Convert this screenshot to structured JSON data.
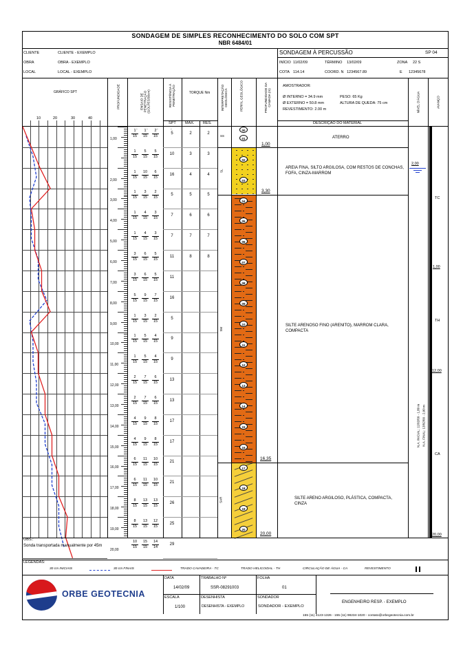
{
  "header": {
    "title": "SONDAGEM DE SIMPLES RECONHECIMENTO DO SOLO COM SPT",
    "norm": "NBR 6484/01"
  },
  "info": {
    "cliente_label": "CLIENTE",
    "cliente": "CLIENTE - EXEMPLO",
    "obra_label": "OBRA",
    "obra": "OBRA - EXEMPLO",
    "local_label": "LOCAL",
    "local": "LOCAL - EXEMPLO",
    "sondagem": "SONDAGEM À PERCUSSÃO",
    "sp": "SP 04",
    "inicio_label": "INÍCIO",
    "inicio": "11/02/09",
    "termino_label": "TÉRMINO",
    "termino": "13/02/09",
    "zona_label": "ZONA",
    "zona": "22 S",
    "cota_label": "COTA",
    "cota": "114.14",
    "coordn_label": "COORD. N",
    "coordn": "1234567.89",
    "e_label": "E",
    "e": "12345678"
  },
  "columns": {
    "grafico": "GRÁFICO SPT",
    "profundidade": "PROFUNDIDADE",
    "golpes": "ENSAIO DE PENETRAÇÃO (GOLPES/30cm)",
    "resistencia": "RESISTÊNCIA À PENETRAÇÃO",
    "spt": "SPT",
    "torque": "TORQUE Nm",
    "max": "MÁX.",
    "res": "RES.",
    "interpretacao": "INTERPRETAÇÃO GEOLÓGICA",
    "perfil": "PERFIL GEOLÓGICO",
    "prof_camada": "PROFUNDIDADE DA CAMADA (m)",
    "nivel": "NÍVEL D'ÁGUA",
    "avanco": "AVANÇO",
    "amostrador": "AMOSTRADOR:",
    "diam_int": "Ø INTERNO = 34.9 mm",
    "peso": "PESO: 65 Kg",
    "diam_ext": "Ø EXTERNO = 50.8 mm",
    "altura": "ALTURA DE QUEDA: 75 cm",
    "revestimento": "REVESTIMENTO: 2.00 m",
    "descricao": "DESCRIÇÃO DO MATERIAL",
    "axis": [
      "10",
      "20",
      "30",
      "40"
    ]
  },
  "rows": [
    {
      "depth": "1,00",
      "g": [
        "1",
        "1",
        "2"
      ],
      "d": [
        "15",
        "15",
        "15"
      ],
      "spt": "5",
      "max": "2",
      "res": "2",
      "sample": "01"
    },
    {
      "depth": "",
      "g": [
        "1",
        "5",
        "5"
      ],
      "d": [
        "15",
        "15",
        "15"
      ],
      "spt": "10",
      "max": "3",
      "res": "3",
      "sample": "02"
    },
    {
      "depth": "2,00",
      "g": [
        "1",
        "10",
        "6"
      ],
      "d": [
        "15",
        "15",
        "15"
      ],
      "spt": "16",
      "max": "4",
      "res": "4",
      "sample": "03"
    },
    {
      "depth": "3,00",
      "g": [
        "1",
        "3",
        "2"
      ],
      "d": [
        "15",
        "15",
        "15"
      ],
      "spt": "5",
      "max": "5",
      "res": "5",
      "sample": "04"
    },
    {
      "depth": "4,00",
      "g": [
        "1",
        "4",
        "3"
      ],
      "d": [
        "15",
        "15",
        "15"
      ],
      "spt": "7",
      "max": "6",
      "res": "6",
      "sample": "05"
    },
    {
      "depth": "5,00",
      "g": [
        "1",
        "4",
        "3"
      ],
      "d": [
        "15",
        "15",
        "15"
      ],
      "spt": "7",
      "max": "7",
      "res": "7",
      "sample": "06"
    },
    {
      "depth": "6,00",
      "g": [
        "3",
        "6",
        "5"
      ],
      "d": [
        "15",
        "15",
        "15"
      ],
      "spt": "11",
      "max": "8",
      "res": "8",
      "sample": "07"
    },
    {
      "depth": "7,00",
      "g": [
        "3",
        "6",
        "5"
      ],
      "d": [
        "15",
        "15",
        "15"
      ],
      "spt": "11",
      "max": "",
      "res": "",
      "sample": "08"
    },
    {
      "depth": "8,00",
      "g": [
        "5",
        "9",
        "7"
      ],
      "d": [
        "15",
        "15",
        "15"
      ],
      "spt": "16",
      "max": "",
      "res": "",
      "sample": "09"
    },
    {
      "depth": "9,00",
      "g": [
        "1",
        "3",
        "2"
      ],
      "d": [
        "15",
        "15",
        "15"
      ],
      "spt": "5",
      "max": "",
      "res": "",
      "sample": "10"
    },
    {
      "depth": "10,00",
      "g": [
        "1",
        "5",
        "4"
      ],
      "d": [
        "15",
        "15",
        "15"
      ],
      "spt": "9",
      "max": "",
      "res": "",
      "sample": "11"
    },
    {
      "depth": "11,00",
      "g": [
        "1",
        "5",
        "4"
      ],
      "d": [
        "15",
        "15",
        "15"
      ],
      "spt": "9",
      "max": "",
      "res": "",
      "sample": "12"
    },
    {
      "depth": "12,00",
      "g": [
        "2",
        "7",
        "6"
      ],
      "d": [
        "15",
        "15",
        "15"
      ],
      "spt": "13",
      "max": "",
      "res": "",
      "sample": "13"
    },
    {
      "depth": "13,00",
      "g": [
        "2",
        "7",
        "6"
      ],
      "d": [
        "15",
        "15",
        "15"
      ],
      "spt": "13",
      "max": "",
      "res": "",
      "sample": "14"
    },
    {
      "depth": "14,00",
      "g": [
        "4",
        "9",
        "8"
      ],
      "d": [
        "15",
        "15",
        "15"
      ],
      "spt": "17",
      "max": "",
      "res": "",
      "sample": "15"
    },
    {
      "depth": "15,00",
      "g": [
        "4",
        "9",
        "8"
      ],
      "d": [
        "15",
        "15",
        "15"
      ],
      "spt": "17",
      "max": "",
      "res": "",
      "sample": "16"
    },
    {
      "depth": "16,00",
      "g": [
        "6",
        "11",
        "10"
      ],
      "d": [
        "15",
        "15",
        "15"
      ],
      "spt": "21",
      "max": "",
      "res": "",
      "sample": "17"
    },
    {
      "depth": "17,00",
      "g": [
        "6",
        "11",
        "10"
      ],
      "d": [
        "15",
        "15",
        "15"
      ],
      "spt": "21",
      "max": "",
      "res": "",
      "sample": "18"
    },
    {
      "depth": "18,00",
      "g": [
        "8",
        "13",
        "13"
      ],
      "d": [
        "15",
        "15",
        "15"
      ],
      "spt": "26",
      "max": "",
      "res": "",
      "sample": "19"
    },
    {
      "depth": "19,00",
      "g": [
        "8",
        "13",
        "12"
      ],
      "d": [
        "15",
        "15",
        "15"
      ],
      "spt": "25",
      "max": "",
      "res": "",
      "sample": "20"
    },
    {
      "depth": "20,00",
      "g": [
        "10",
        "15",
        "14"
      ],
      "d": [
        "15",
        "15",
        "14"
      ],
      "spt": "29",
      "max": "",
      "res": "",
      "sample": ""
    }
  ],
  "layers": [
    {
      "interp": "SS",
      "depth": "1,00",
      "desc": "ATERRO"
    },
    {
      "interp": "SL",
      "depth": "3,30",
      "desc": "AREIA FINA, SILTO ARGILOSA, COM RESTOS DE CONCHAS, FOFA, CINZA-MARROM"
    },
    {
      "interp": "SM",
      "depth": "16,35",
      "desc": "SILTE ARENOSO FINO (ARENITO), MARROM CLARA, COMPACTA"
    },
    {
      "interp": "SAR",
      "depth": "20,00",
      "desc": "SILTE ARENO ARGILOSO, PLÁSTICA, COMPACTA, CINZA"
    }
  ],
  "water": {
    "level": "2,00",
    "text1": "N.A. INICIAL: 11/02/09 - 1,80 m",
    "text2": "N.A. FINAL: 13/02/09 - 2,00 m"
  },
  "avanco": [
    {
      "code": "TC",
      "depth": "1,00"
    },
    {
      "code": "TH",
      "depth": "12,00"
    },
    {
      "code": "CA",
      "depth": "20,00"
    }
  ],
  "chart_data": {
    "type": "line",
    "x_axis_ticks": [
      10,
      20,
      30,
      40
    ],
    "y_label": "PROFUNDIDADE",
    "series": [
      {
        "name": "30 cm INICIAIS",
        "color": "#1f3fcf",
        "dash": true,
        "values": [
          2,
          6,
          8,
          4,
          5,
          5,
          9,
          9,
          14,
          4,
          6,
          6,
          8,
          8,
          13,
          13,
          17,
          17,
          21,
          21,
          24
        ]
      },
      {
        "name": "30 cm FINAIS",
        "color": "#e02020",
        "dash": false,
        "values": [
          0,
          5,
          10,
          16,
          5,
          7,
          7,
          11,
          11,
          16,
          5,
          9,
          9,
          13,
          13,
          17,
          17,
          21,
          21,
          26,
          25,
          29
        ]
      }
    ]
  },
  "notes": {
    "obs_label": "OBS.:",
    "obs": "Sonda transportada manualmente por 45m",
    "legend_label": "LEGENDAS:",
    "leg1": "30 cm INICIAIS",
    "leg2": "30 cm FINAIS",
    "leg3": "TRADO CAVADEIRA - TC",
    "leg4": "TRADO HELICOIDAL - TH",
    "leg5": "CIRCULAÇÃO DE ÁGUA - CA",
    "leg6": "REVESTIMENTO"
  },
  "footer": {
    "logo_text": "ORBE GEOTECNIA",
    "data_label": "DATA",
    "data": "14/02/09",
    "trabalho_label": "TRABALHO Nº",
    "trabalho": "SSR-08291003",
    "folha_label": "FOLHA",
    "folha": "01",
    "escala_label": "ESCALA",
    "escala": "1/100",
    "desenhista_label": "DESENHISTA",
    "desenhista": "DESENHISTA - EXEMPLO",
    "sondador_label": "SONDADOR",
    "sondador": "SONDADOR - EXEMPLO",
    "engenheiro": "ENGENHEIRO RESP. - EXEMPLO",
    "contact": "155 (11) 4123-1326 - 155 (11) 98234-1020 - contato@orbegeotecnia.com.br"
  }
}
